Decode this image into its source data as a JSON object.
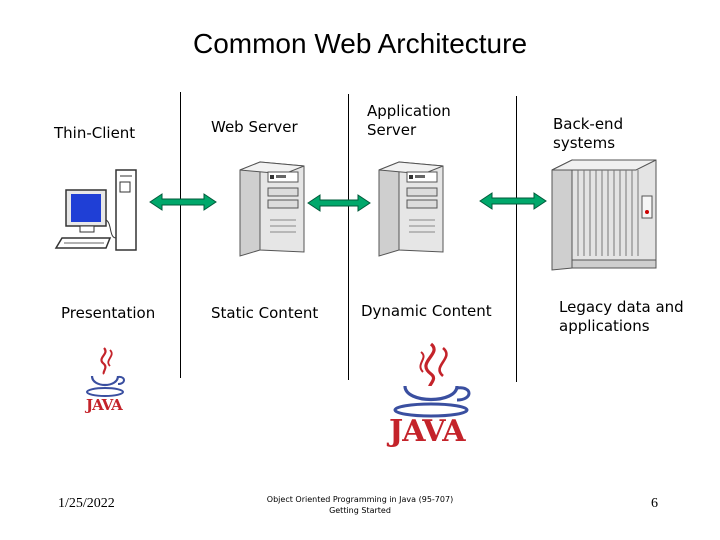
{
  "title": "Common Web Architecture",
  "tiers": [
    {
      "header": "Thin-Client",
      "footer": "Presentation"
    },
    {
      "header": "Web Server",
      "footer": "Static Content"
    },
    {
      "header": "Application Server",
      "footer": "Dynamic Content"
    },
    {
      "header": "Back-end systems",
      "footer": "Legacy data and applications"
    }
  ],
  "logo_text": "JAVA",
  "logo_text_large": "JAVA",
  "footer": {
    "date": "1/25/2022",
    "course_line1": "Object Oriented Programming in Java (95-707)",
    "course_line2": "Getting Started",
    "page": "6"
  },
  "colors": {
    "arrow": "#00a86b",
    "java_red": "#c4232a",
    "java_blue": "#3a4fa0"
  }
}
